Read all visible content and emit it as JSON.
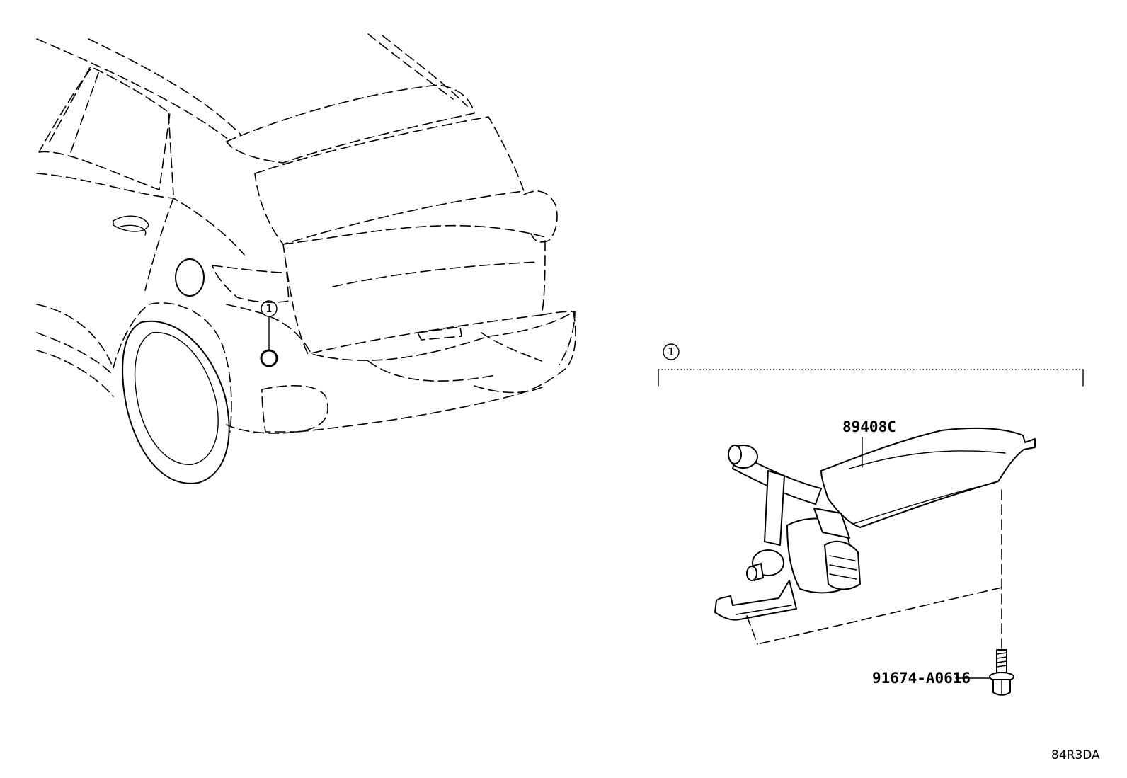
{
  "callouts": {
    "vehicle_ref": "1",
    "assembly_ref": "1"
  },
  "parts": {
    "sensor_part_no": "89408C",
    "bolt_part_no": "91674-A0616"
  },
  "figure_code": "84R3DA"
}
